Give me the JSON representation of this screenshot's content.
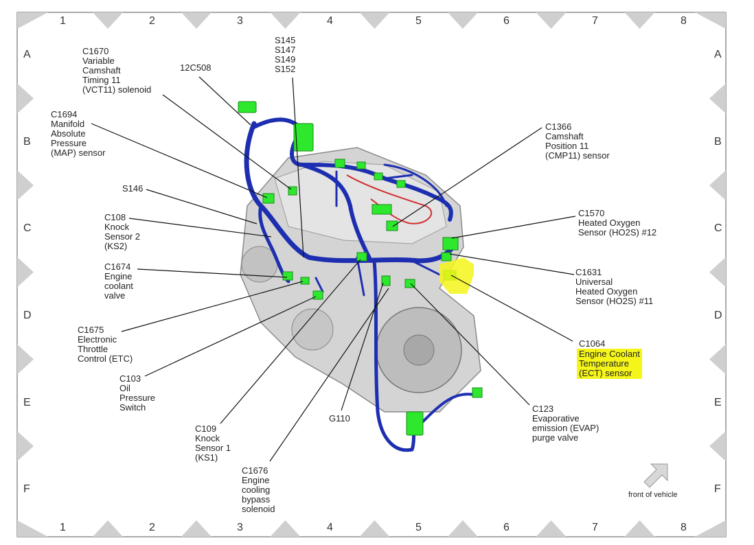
{
  "grid": {
    "columns": [
      "1",
      "2",
      "3",
      "4",
      "5",
      "6",
      "7",
      "8"
    ],
    "rows": [
      "A",
      "B",
      "C",
      "D",
      "E",
      "F"
    ]
  },
  "labels": {
    "c1670": "C1670\nVariable\nCamshaft\nTiming 11\n(VCT11) solenoid",
    "c12c508": "12C508",
    "s145": "S145\nS147\nS149\nS152",
    "c1694": "C1694\nManifold\nAbsolute\nPressure\n(MAP) sensor",
    "s146": "S146",
    "c108": "C108\nKnock\nSensor 2\n(KS2)",
    "c1674": "C1674\nEngine\ncoolant\nvalve",
    "c1675": "C1675\nElectronic\nThrottle\nControl (ETC)",
    "c103": "C103\nOil\nPressure\nSwitch",
    "c109": "C109\nKnock\nSensor 1\n(KS1)",
    "c1676": "C1676\nEngine\ncooling\nbypass\nsolenoid",
    "g110": "G110",
    "c123": "C123\nEvaporative\nemission (EVAP)\npurge valve",
    "c1366": "C1366\nCamshaft\nPosition 11\n(CMP11) sensor",
    "c1570": "C1570\nHeated Oxygen\nSensor (HO2S) #12",
    "c1631": "C1631\nUniversal\nHeated Oxygen\nSensor (HO2S) #11",
    "c1064_id": "C1064",
    "c1064_name": "Engine Coolant\nTemperature\n(ECT) sensor",
    "front": "front of vehicle"
  },
  "colors": {
    "harness": "#1d2fb0",
    "connector": "#2ee82e",
    "highlight": "#f5f51a",
    "engine": "#c8c8c8",
    "frame_tri": "#cfcfcf"
  }
}
